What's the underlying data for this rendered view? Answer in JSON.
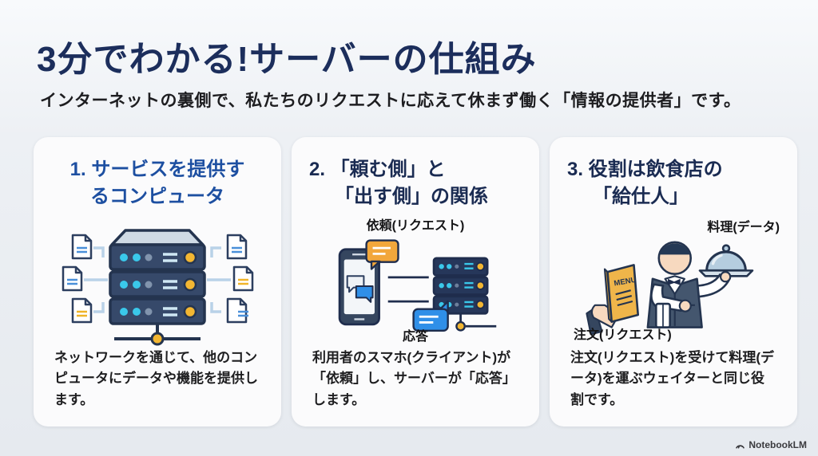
{
  "colors": {
    "background_top": "#f8fafc",
    "background_bottom": "#e6eaef",
    "title_navy": "#1c2e5c",
    "card1_title_blue": "#1d4fa1",
    "card_title_navy": "#1a2b52",
    "body_text": "#1e1e20",
    "card_background": "#fbfbfc",
    "outline_navy": "#24344f",
    "accent_cyan": "#3ac8ea",
    "accent_yellow": "#f2b632",
    "accent_orange": "#f2a73b",
    "accent_blue": "#2f8fe8"
  },
  "header": {
    "title": "3分でわかる!サーバーの仕組み",
    "subtitle": "インターネットの裏側で、私たちのリクエストに応えて休まず働く「情報の提供者」です。"
  },
  "cards": [
    {
      "title_line1": "1. サービスを提供す",
      "title_line2": "るコンピュータ",
      "body": "ネットワークを通じて、他のコンピュータにデータや機能を提供します。"
    },
    {
      "title_line1": "2. 「頼む側」と",
      "title_line2": "「出す側」の関係",
      "label_request": "依頼(リクエスト)",
      "label_response": "応答",
      "body": "利用者のスマホ(クライアント)が「依頼」し、サーバーが「応答」します。"
    },
    {
      "title_line1": "3. 役割は飲食店の",
      "title_line2": "「給仕人」",
      "label_food": "料理(データ)",
      "label_order": "注文(リクエスト)",
      "menu_text": "MENU",
      "body": "注文(リクエスト)を受けて料理(データ)を運ぶウェイターと同じ役割です。"
    }
  ],
  "footer": {
    "brand": "NotebookLM"
  }
}
